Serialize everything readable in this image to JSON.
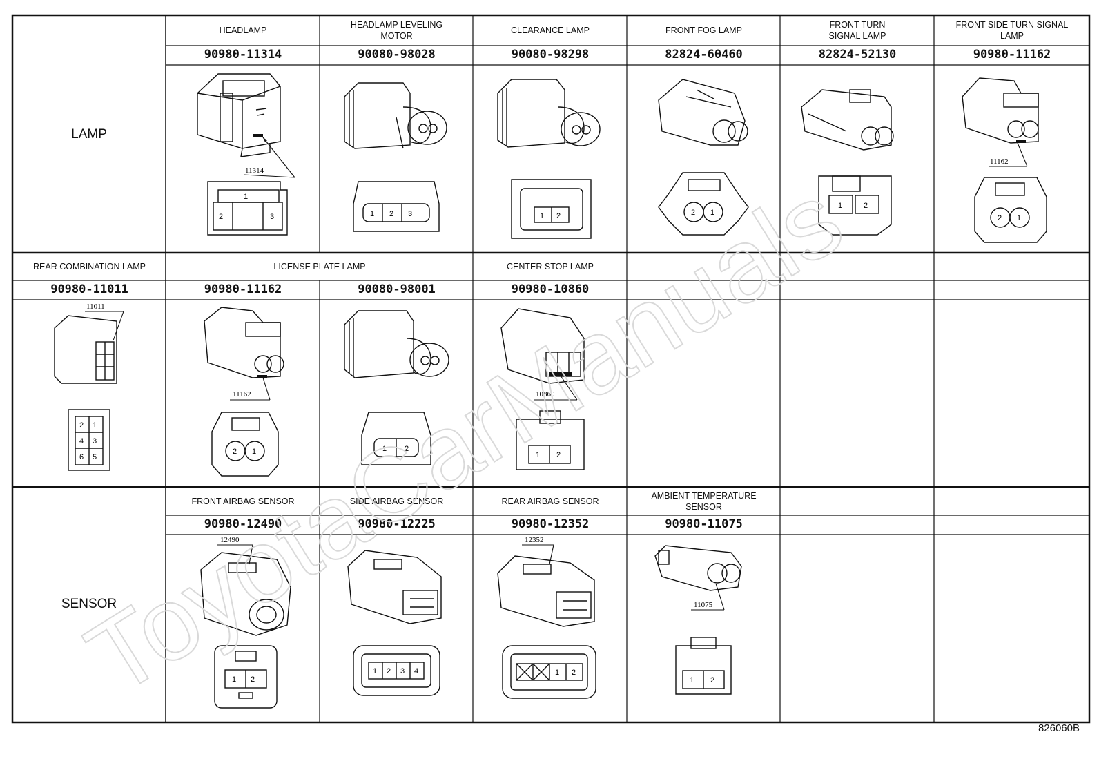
{
  "sections": {
    "lamp": "LAMP",
    "sensor": "SENSOR"
  },
  "row1": [
    {
      "title": "HEADLAMP",
      "part": "90980-11314",
      "callout": "11314",
      "pins": [
        "1",
        "2",
        "3"
      ]
    },
    {
      "title": "HEADLAMP LEVELING MOTOR",
      "part": "90080-98028",
      "callout": "",
      "pins": [
        "1",
        "2",
        "3"
      ]
    },
    {
      "title": "CLEARANCE LAMP",
      "part": "90080-98298",
      "callout": "",
      "pins": [
        "1",
        "2"
      ]
    },
    {
      "title": "FRONT FOG LAMP",
      "part": "82824-60460",
      "callout": "",
      "pins": [
        "2",
        "1"
      ]
    },
    {
      "title": "FRONT TURN SIGNAL LAMP",
      "part": "82824-52130",
      "callout": "",
      "pins": [
        "1",
        "2"
      ]
    },
    {
      "title": "FRONT SIDE TURN SIGNAL LAMP",
      "part": "90980-11162",
      "callout": "11162",
      "pins": [
        "2",
        "1"
      ]
    }
  ],
  "row2": [
    {
      "title": "REAR COMBINATION LAMP",
      "part": "90980-11011",
      "callout": "11011",
      "pins": [
        "2",
        "1",
        "4",
        "3",
        "6",
        "5"
      ]
    },
    {
      "title": "LICENSE PLATE LAMP",
      "part": "90980-11162",
      "callout": "11162",
      "pins": [
        "2",
        "1"
      ]
    },
    {
      "title": "",
      "part": "90080-98001",
      "callout": "",
      "pins": [
        "1",
        "2"
      ]
    },
    {
      "title": "CENTER STOP LAMP",
      "part": "90980-10860",
      "callout": "10860",
      "pins": [
        "1",
        "2"
      ]
    }
  ],
  "row3": [
    {
      "title": "FRONT AIRBAG SENSOR",
      "part": "90980-12490",
      "callout": "12490",
      "pins": [
        "1",
        "2"
      ]
    },
    {
      "title": "SIDE AIRBAG SENSOR",
      "part": "90980-12225",
      "callout": "",
      "pins": [
        "1",
        "2",
        "3",
        "4"
      ]
    },
    {
      "title": "REAR AIRBAG SENSOR",
      "part": "90980-12352",
      "callout": "12352",
      "pins": [
        "1",
        "2"
      ]
    },
    {
      "title": "AMBIENT TEMPERATURE SENSOR",
      "part": "90980-11075",
      "callout": "11075",
      "pins": [
        "1",
        "2"
      ]
    }
  ],
  "figure_code": "826060B",
  "watermark": "ToyotaCarManuals"
}
